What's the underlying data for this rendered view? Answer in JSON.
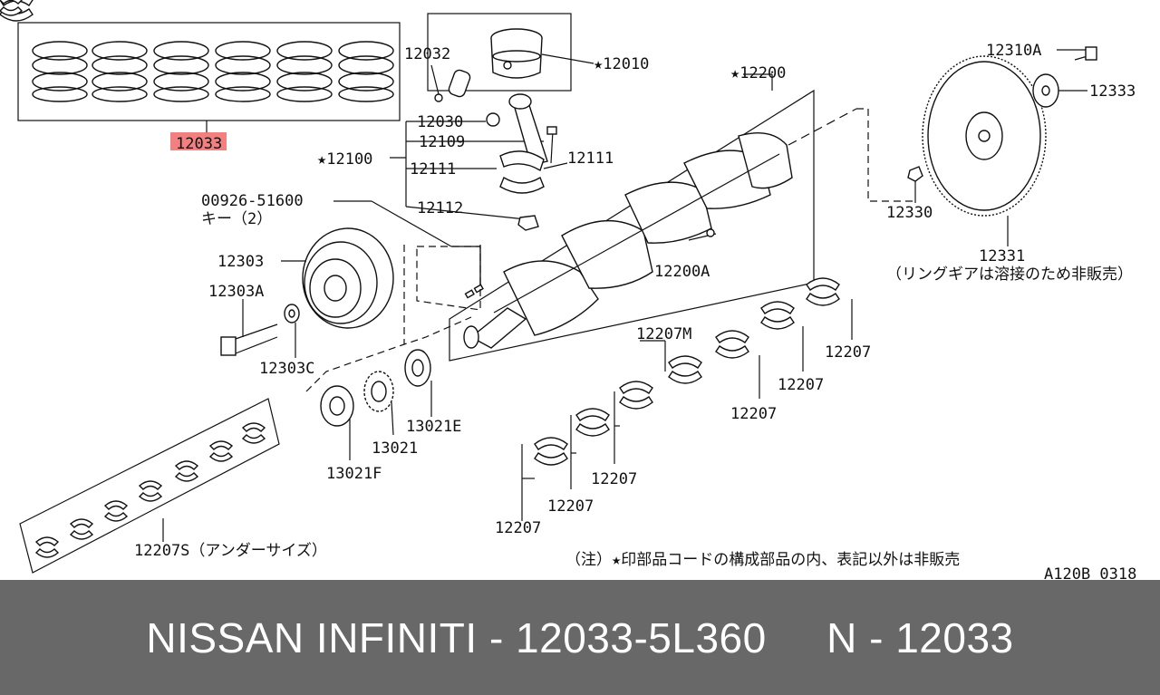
{
  "diagram": {
    "labels": {
      "l12033": "12033",
      "l12032": "12032",
      "l12010": "★12010",
      "l12200": "★12200",
      "l12310a": "12310A",
      "l12333": "12333",
      "l12030": "12030",
      "l12109": "12109",
      "l12100": "★12100",
      "l12111a": "12111",
      "l12111b": "12111",
      "l12112": "12112",
      "l00926": "00926-51600",
      "lkey": "キー（2）",
      "l12303": "12303",
      "l12303a": "12303A",
      "l12303c": "12303C",
      "l12200a": "12200A",
      "l12330": "12330",
      "l12331": "12331",
      "l12331note": "（リングギアは溶接のため非販売）",
      "l12207m": "12207M",
      "l12207_1": "12207",
      "l12207_2": "12207",
      "l12207_3": "12207",
      "l12207_4": "12207",
      "l12207_5": "12207",
      "l12207_6": "12207",
      "l13021e": "13021E",
      "l13021": "13021",
      "l13021f": "13021F",
      "l12207s": "12207S（アンダーサイズ）",
      "note": "（注）★印部品コードの構成部品の内、表記以外は非販売",
      "ref": "A120B 0318"
    },
    "highlight_color": "#f06a6a"
  },
  "footer": {
    "title": "NISSAN INFINITI - 12033-5L360     N - 12033",
    "background": "#686868",
    "text_color": "#ffffff"
  }
}
